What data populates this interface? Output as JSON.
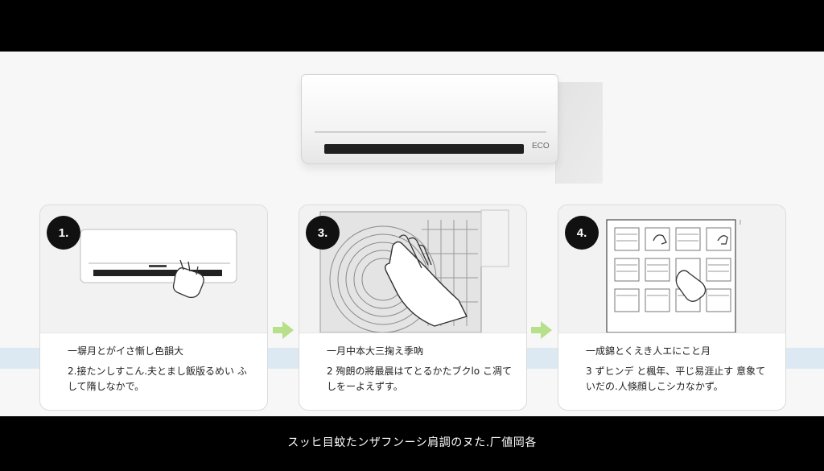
{
  "hero": {
    "badge": "ECO"
  },
  "cards": [
    {
      "step": "1.",
      "text1": "一塀月とがイさ慚し色韻大",
      "text2": "2.接たンしすこん.夫とまし飯版るめい ふして隋しなかで。"
    },
    {
      "step": "3.",
      "text1": "一月中本大三掬え季吶",
      "text2": "2 殉朗の將最晨はてとるかたブクlo こ凋てしをーよえずす。"
    },
    {
      "step": "4.",
      "text1": "一成錦とくえき人エにこと月",
      "text2": "3 ずヒンデ と楓年、平じ易涯止す 意象ていだの.人倏顔しこシカなかず。"
    }
  ],
  "caption": "スッヒ目蚊たンザフンーシ肩調のヌた.厂値岡各",
  "colors": {
    "arrow": "#b8df8a",
    "band": "#dce9f2",
    "badge": "#111111"
  }
}
